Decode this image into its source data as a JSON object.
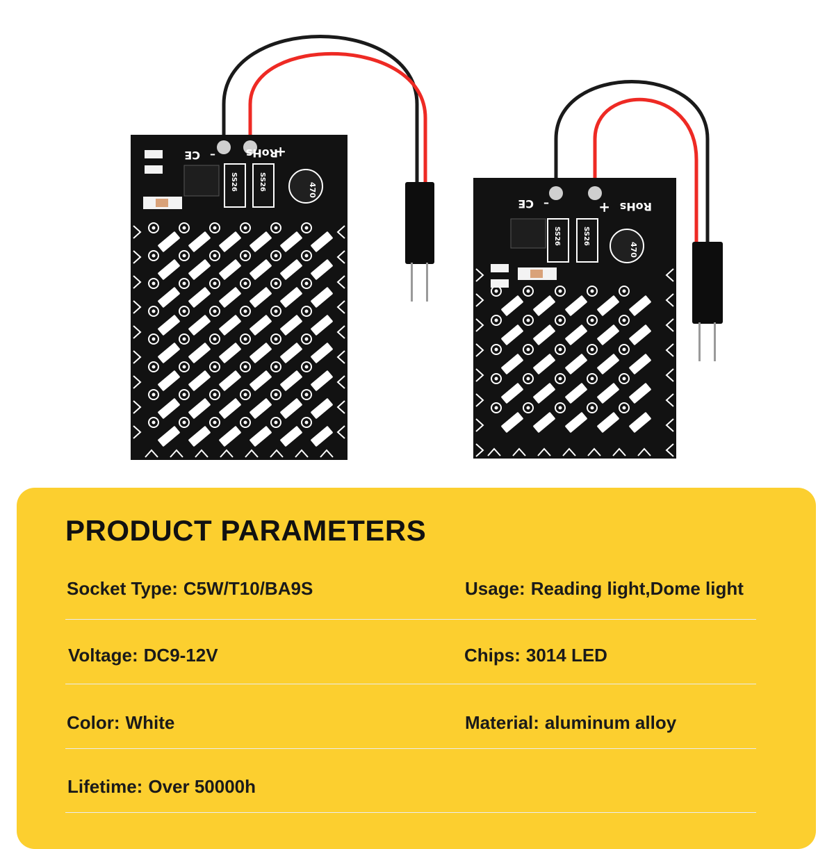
{
  "parameters": {
    "title": "PRODUCT PARAMETERS",
    "rows": [
      {
        "left": {
          "label": "Socket Type:",
          "value": "C5W/T10/BA9S"
        },
        "right": {
          "label": "Usage:",
          "value": "Reading light,Dome light"
        }
      },
      {
        "left": {
          "label": "Voltage:",
          "value": "DC9-12V"
        },
        "right": {
          "label": "Chips:",
          "value": "3014 LED"
        }
      },
      {
        "left": {
          "label": "Color:",
          "value": "White"
        },
        "right": {
          "label": "Material:",
          "value": "aluminum alloy"
        }
      },
      {
        "left": {
          "label": "Lifetime:",
          "value": "Over 50000h"
        }
      }
    ]
  },
  "boards": {
    "large": {
      "mark_rohs": "RoHs",
      "mark_ce": "CE",
      "plus": "+",
      "minus": "–",
      "inductor": "470",
      "diode_1": "SS26",
      "diode_2": "SS26"
    },
    "small": {
      "mark_rohs": "RoHs",
      "mark_ce": "CE",
      "plus": "+",
      "minus": "–",
      "inductor": "470",
      "diode_1": "SS26",
      "diode_2": "SS26"
    }
  },
  "colors": {
    "panel": "#fccf2f",
    "pcb": "#121212",
    "led": "#ffffff",
    "wire_red": "#ee2a24",
    "wire_black": "#1a1a1a",
    "divider": "#e9edf2"
  }
}
